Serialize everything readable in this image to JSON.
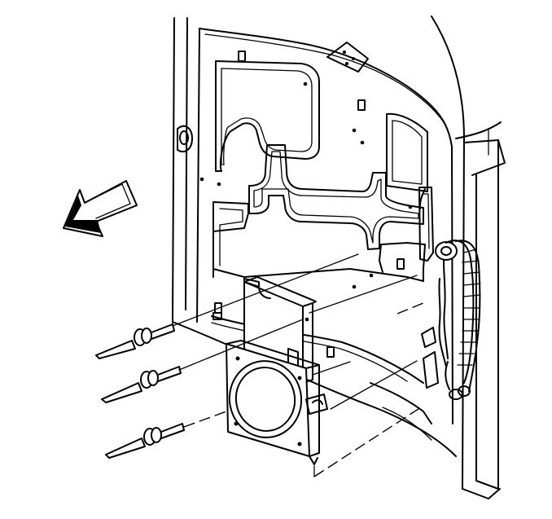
{
  "figure": {
    "caption": "",
    "parts": [
      "door-inner-panel",
      "speaker-bracket",
      "speaker",
      "push-pin-retainer",
      "wiring-harness",
      "direction-arrow"
    ]
  }
}
